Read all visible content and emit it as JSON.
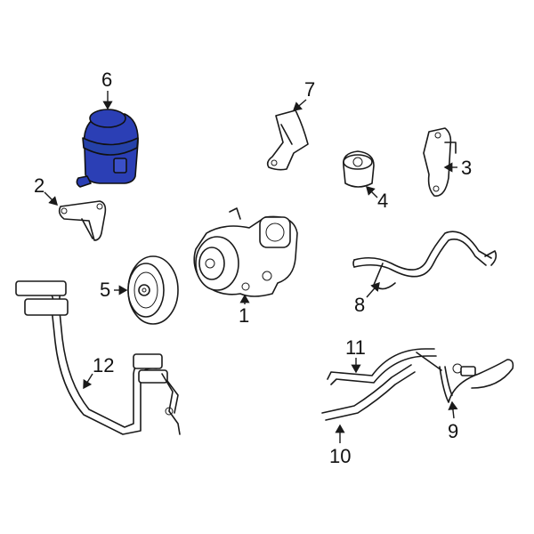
{
  "highlight_color": "#2b3fb5",
  "callouts": [
    {
      "id": "1",
      "text": "1"
    },
    {
      "id": "2",
      "text": "2"
    },
    {
      "id": "3",
      "text": "3"
    },
    {
      "id": "4",
      "text": "4"
    },
    {
      "id": "5",
      "text": "5"
    },
    {
      "id": "6",
      "text": "6"
    },
    {
      "id": "7",
      "text": "7"
    },
    {
      "id": "8",
      "text": "8"
    },
    {
      "id": "9",
      "text": "9"
    },
    {
      "id": "10",
      "text": "10"
    },
    {
      "id": "11",
      "text": "11"
    },
    {
      "id": "12",
      "text": "12"
    }
  ],
  "highlighted_part": "6"
}
